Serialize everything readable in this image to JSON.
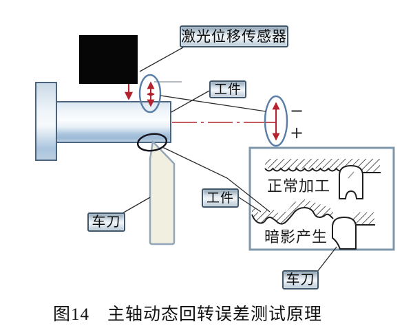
{
  "figure": {
    "caption": "图14　主轴动态回转误差测试原理"
  },
  "labels": {
    "laser_sensor": "激光位移传感器",
    "workpiece_top": "工件",
    "workpiece_detail": "工件",
    "tool_main": "车刀",
    "tool_detail": "车刀",
    "normal_machining": "正常加工",
    "shadow_generation": "暗影产生",
    "polarity_minus": "−",
    "polarity_plus": "+"
  },
  "colors": {
    "arrow_red": "#b5232e",
    "ellipse_blue": "#5b7fa6",
    "label_border": "#3f5569",
    "detail_box_border": "#7e96aa",
    "spindle_border": "#4a6480",
    "tool_fill": "#f1efe0",
    "sensor_fill": "#060606",
    "line_black": "#2a2a2a"
  }
}
